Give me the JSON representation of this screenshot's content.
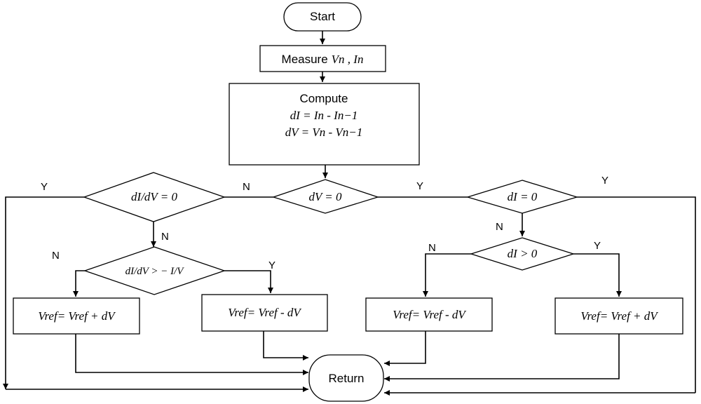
{
  "nodes": {
    "start": "Start",
    "measure": {
      "text": "Measure",
      "math": "Vn , In"
    },
    "compute": {
      "title": "Compute",
      "eq1": "dI = In - In−1",
      "eq2": "dV = Vn - Vn−1"
    },
    "dv_zero": "dV = 0",
    "didv_zero": "dI/dV = 0",
    "di_zero": "dI = 0",
    "didv_compare": "dI/dV > − I/V",
    "di_positive": "dI > 0",
    "box_increase_left": "Vref= Vref + dV",
    "box_decrease_mid": "Vref= Vref - dV",
    "box_decrease_right": "Vref= Vref - dV",
    "box_increase_right": "Vref= Vref + dV",
    "return": "Return"
  },
  "edge_labels": {
    "didv_zero_yes": "Y",
    "dv_zero_no": "N",
    "dv_zero_yes": "Y",
    "di_zero_yes": "Y",
    "didv_zero_no": "N",
    "compare_no": "N",
    "compare_yes": "Y",
    "di_zero_no": "N",
    "di_positive_no": "N",
    "di_positive_yes": "Y"
  }
}
